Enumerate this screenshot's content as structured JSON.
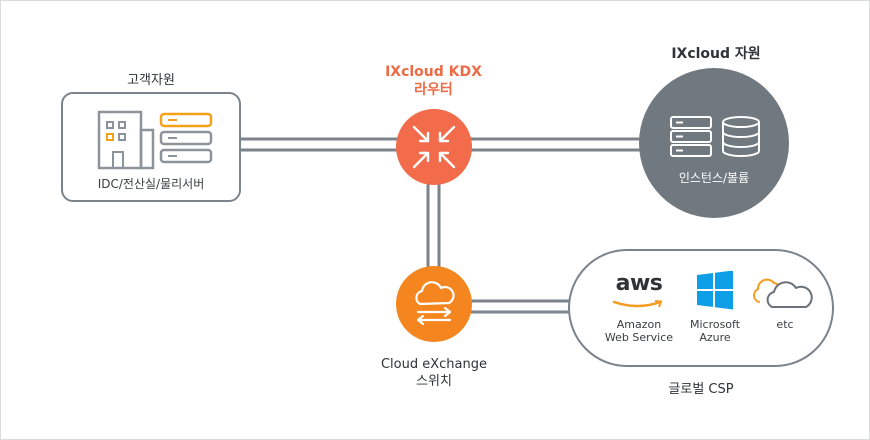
{
  "customer": {
    "title": "고객자원",
    "caption": "IDC/전산실/물리서버"
  },
  "router": {
    "title_line1": "IXcloud KDX",
    "title_line2": "라우터"
  },
  "ixcloud": {
    "title": "IXcloud 자원",
    "caption": "인스턴스/볼륨"
  },
  "switch": {
    "title_line1": "Cloud eXchange",
    "title_line2": "스위치"
  },
  "csp": {
    "title": "글로벌 CSP",
    "providers": [
      {
        "logo_text": "aws",
        "line1": "Amazon",
        "line2": "Web Service",
        "icon": "aws-logo-icon"
      },
      {
        "line1": "Microsoft",
        "line2": "Azure",
        "icon": "windows-logo-icon"
      },
      {
        "line1": "etc",
        "icon": "cloud-icon"
      }
    ]
  },
  "colors": {
    "router": "#f26b4a",
    "switch": "#f5861f",
    "ixcloud": "#717980",
    "building": "#8b939b",
    "server_accent": "#f5a21b",
    "line": "#7b838b",
    "aws_orange": "#f79a1e",
    "azure_blue": "#0d9ee8"
  }
}
